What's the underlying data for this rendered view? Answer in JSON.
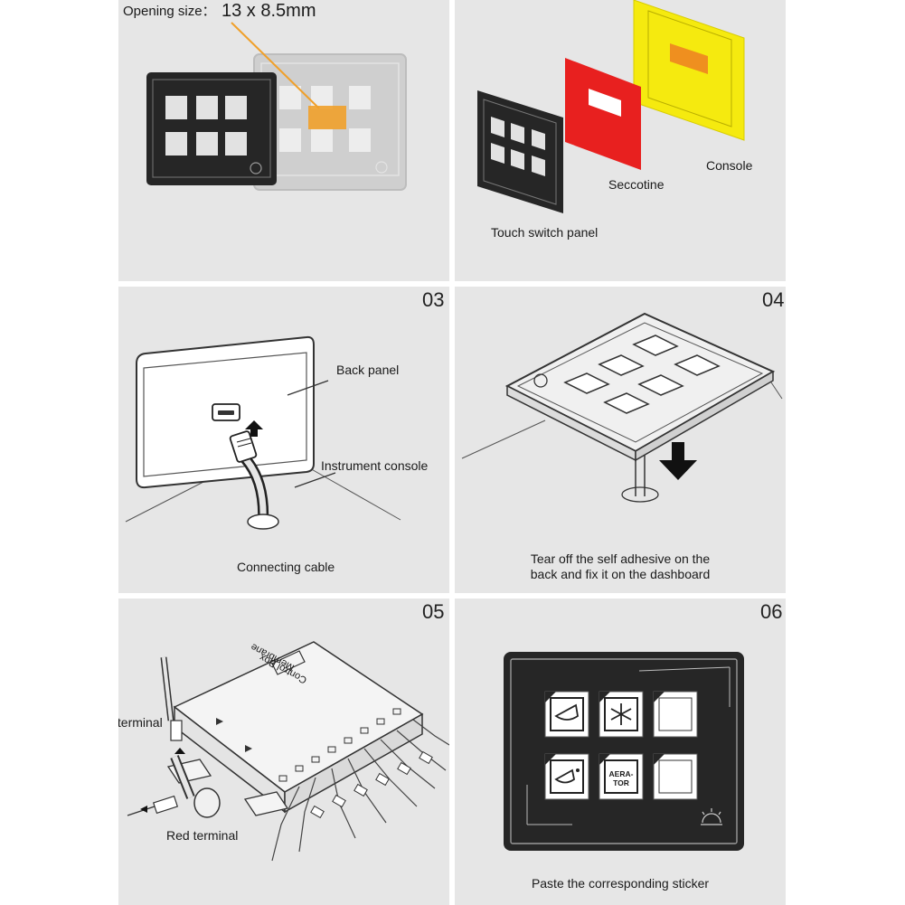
{
  "panel1": {
    "opening_label": "Opening size：",
    "opening_value": "13 x 8.5mm"
  },
  "panel2": {
    "touch_switch_panel": "Touch switch panel",
    "seccotine": "Seccotine",
    "console": "Console"
  },
  "panel3": {
    "number": "03",
    "back_panel": "Back panel",
    "instrument_console": "Instrument console",
    "connecting_cable": "Connecting cable"
  },
  "panel4": {
    "number": "04",
    "caption_line1": "Tear off the self adhesive on the",
    "caption_line2": "back and fix it on the dashboard"
  },
  "panel5": {
    "number": "05",
    "box_label_line1": "Membrane",
    "box_label_line2": "Control Box",
    "blue_terminal": "Blue terminal",
    "red_terminal": "Red terminal"
  },
  "panel6": {
    "number": "06",
    "aerator_line1": "AERA-",
    "aerator_line2": "TOR",
    "caption": "Paste the corresponding sticker"
  },
  "colors": {
    "panel_bg": "#e6e6e6",
    "seccotine_red": "#e8201f",
    "console_yellow": "#f5ea0f",
    "opening_orange": "#f0a02a",
    "device_black": "#262626"
  }
}
